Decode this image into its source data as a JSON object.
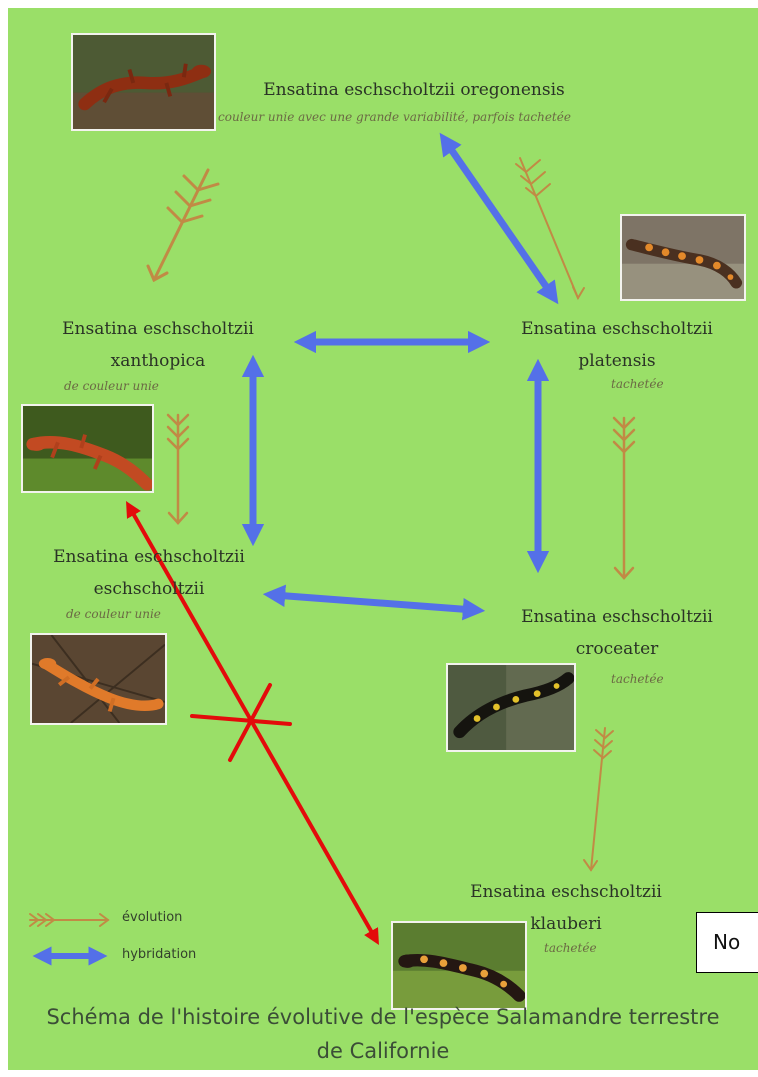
{
  "colors": {
    "background": "#9adf68",
    "evolution_arrow": "#c18a45",
    "hybridation_arrow": "#5470e8",
    "cross_line": "#e30b0b"
  },
  "species": {
    "oregonensis": {
      "name": "Ensatina eschscholtzii oregonensis",
      "desc": "couleur unie avec une grande variabilité, parfois tachetée"
    },
    "platensis": {
      "name_1": "Ensatina eschscholtzii",
      "name_2": "platensis",
      "desc": "tachetée"
    },
    "xanthopica": {
      "name_1": "Ensatina eschscholtzii",
      "name_2": "xanthopica",
      "desc": "de couleur unie"
    },
    "eschscholtzii": {
      "name_1": "Ensatina eschscholtzii",
      "name_2": "eschscholtzii",
      "desc": "de couleur unie"
    },
    "croceater": {
      "name_1": "Ensatina eschscholtzii",
      "name_2": "croceater",
      "desc": "tachetée"
    },
    "klauberi": {
      "name_1": "Ensatina eschscholtzii",
      "name_2": "klauberi",
      "desc": "tachetée"
    }
  },
  "legend": {
    "evolution": "évolution",
    "hybridation": "hybridation"
  },
  "caption": {
    "line_1": "Schéma de l'histoire évolutive de l'espèce Salamandre terrestre",
    "line_2": "de Californie"
  },
  "note_box": {
    "text": "No"
  }
}
